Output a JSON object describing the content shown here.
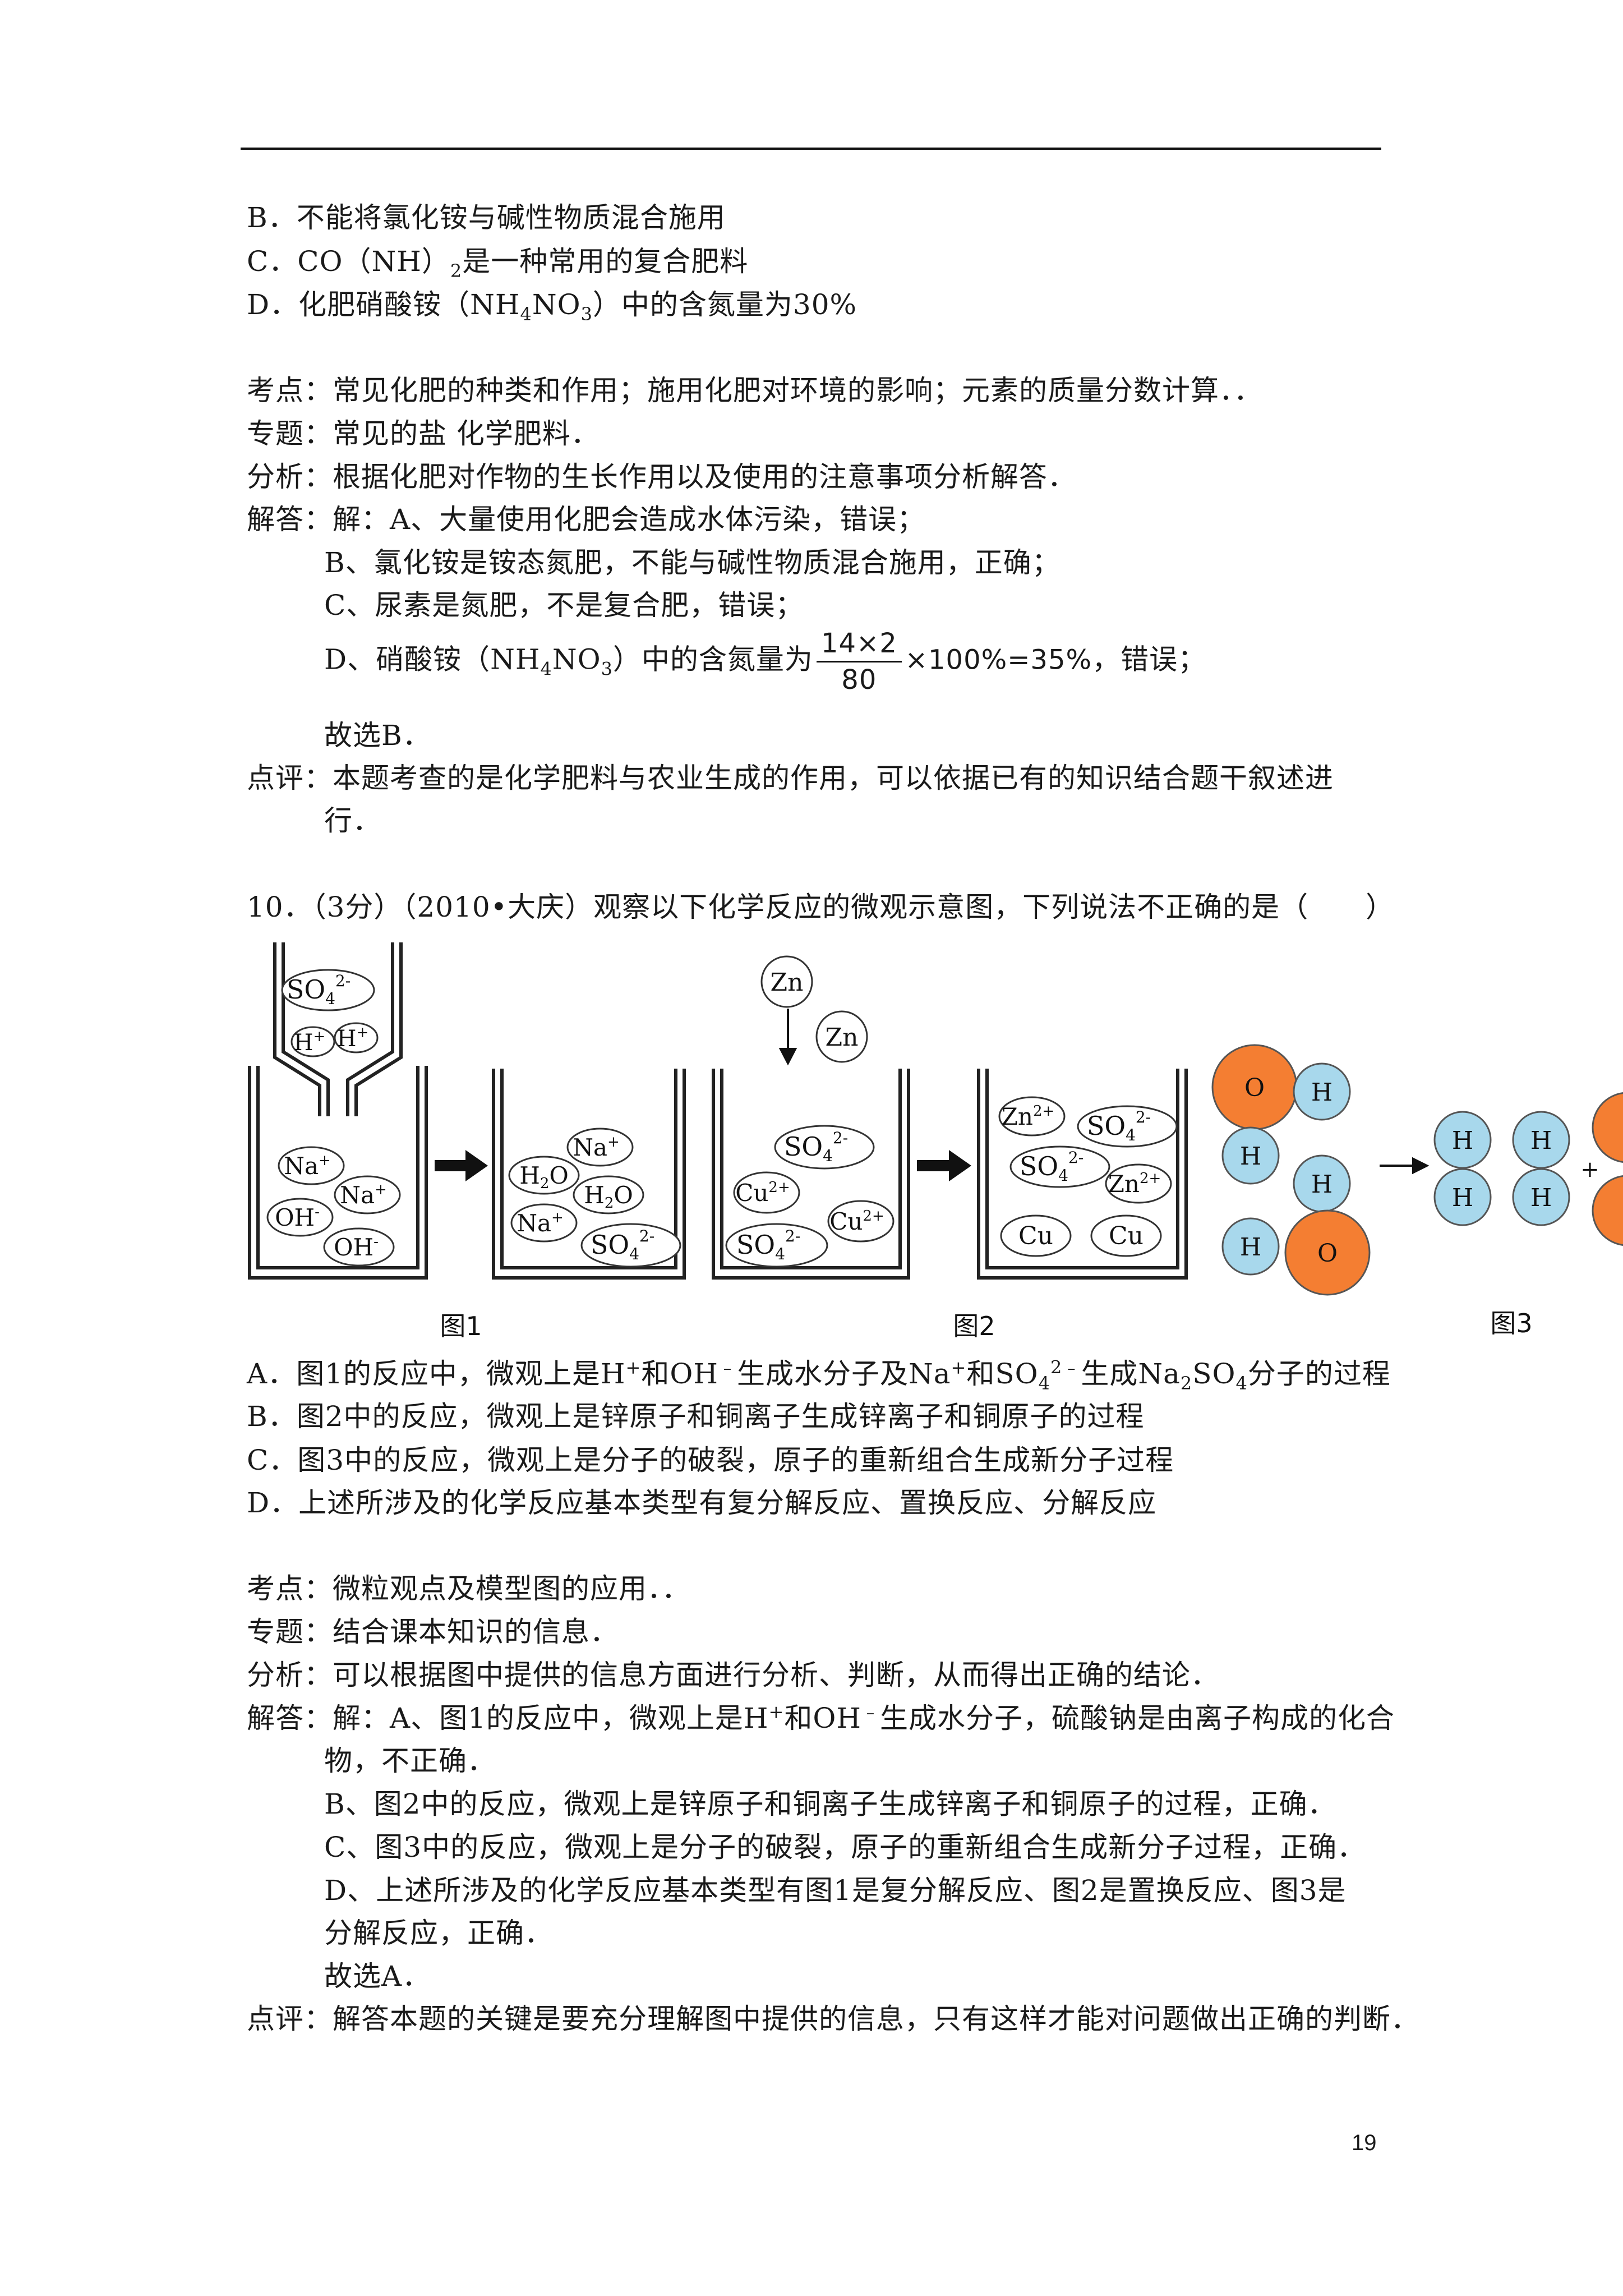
{
  "prev_question": {
    "option_b": "B．不能将氯化铵与碱性物质混合施用",
    "option_c": {
      "pre": "C．CO（NH）",
      "sub": "2",
      "post": "是一种常用的复合肥料"
    },
    "option_d": {
      "pre": "D．化肥硝酸铵（NH",
      "sub1": "4",
      "mid": "NO",
      "sub2": "3",
      "post": "）中的含氮量为30%"
    },
    "kaodian": "考点：常见化肥的种类和作用；施用化肥对环境的影响；元素的质量分数计算．．",
    "zhuanti": "专题：常见的盐 化学肥料．",
    "fenxi": "分析：根据化肥对作物的生长作用以及使用的注意事项分析解答．",
    "jieda_a": "解答：解：A、大量使用化肥会造成水体污染，错误；",
    "jieda_b": "B、氯化铵是铵态氮肥，不能与碱性物质混合施用，正确；",
    "jieda_c": "C、尿素是氮肥，不是复合肥，错误；",
    "jieda_d": {
      "pre": "D、硝酸铵（NH",
      "sub1": "4",
      "mid": "NO",
      "sub2": "3",
      "post": "）中的含氮量为",
      "num": "14×2",
      "den": "80",
      "tail": "×100%=35%",
      "post2": "，错误；"
    },
    "guxuan": "故选B．",
    "dianping_1": "点评：本题考查的是化学肥料与农业生成的作用，可以依据已有的知识结合题干叙述进",
    "dianping_2": "行．"
  },
  "q10": {
    "stem": "10．（3分）（2010•大庆）观察以下化学反应的微观示意图，下列说法不正确的是（　　）",
    "figure": {
      "fig1_caption": "图1",
      "fig2_caption": "图2",
      "fig3_caption": "图3",
      "labels": {
        "so4": "SO",
        "so4_sub": "4",
        "so4_sup": "2-",
        "h": "H",
        "h_sup": "+",
        "na": "Na",
        "na_sup": "+",
        "oh": "OH",
        "oh_sup": "-",
        "h2o": "H",
        "h2o_sub": "2",
        "h2o_tail": "O",
        "zn": "Zn",
        "zn2": "Zn",
        "zn2_sup": "2+",
        "cu": "Cu",
        "cu2": "Cu",
        "cu2_sup": "2+",
        "atom_o": "O",
        "atom_h": "H",
        "plus": "+"
      },
      "colors": {
        "oxygen": "#f47e32",
        "hydrogen": "#a8d8ec",
        "line": "#222222"
      }
    },
    "option_a": {
      "t1": "A．图1的反应中，微观上是H",
      "s1": "+",
      "t2": "和OH",
      "s2": "﹣",
      "t3": "生成水分子及Na",
      "s3": "+",
      "t4": "和SO",
      "b4": "4",
      "s4": "2﹣",
      "t5": "生成Na",
      "b5": "2",
      "t6": "SO",
      "b6": "4",
      "t7": "分子的过程"
    },
    "option_b": "B．图2中的反应，微观上是锌原子和铜离子生成锌离子和铜原子的过程",
    "option_c": "C．图3中的反应，微观上是分子的破裂，原子的重新组合生成新分子过程",
    "option_d": "D．上述所涉及的化学反应基本类型有复分解反应、置换反应、分解反应",
    "kaodian": "考点：微粒观点及模型图的应用．．",
    "zhuanti": "专题：结合课本知识的信息．",
    "fenxi": "分析：可以根据图中提供的信息方面进行分析、判断，从而得出正确的结论．",
    "jieda_a1": {
      "t1": "解答：解：A、图1的反应中，微观上是H",
      "s1": "+",
      "t2": "和OH",
      "s2": "﹣",
      "t3": "生成水分子，硫酸钠是由离子构成的化合"
    },
    "jieda_a2": "物，不正确．",
    "jieda_b": "B、图2中的反应，微观上是锌原子和铜离子生成锌离子和铜原子的过程，正确．",
    "jieda_c": "C、图3中的反应，微观上是分子的破裂，原子的重新组合生成新分子过程，正确．",
    "jieda_d1": "D、上述所涉及的化学反应基本类型有图1是复分解反应、图2是置换反应、图3是",
    "jieda_d2": "分解反应，正确．",
    "guxuan": "故选A．",
    "dianping": "点评：解答本题的关键是要充分理解图中提供的信息，只有这样才能对问题做出正确的判断．"
  },
  "page_number": "19"
}
